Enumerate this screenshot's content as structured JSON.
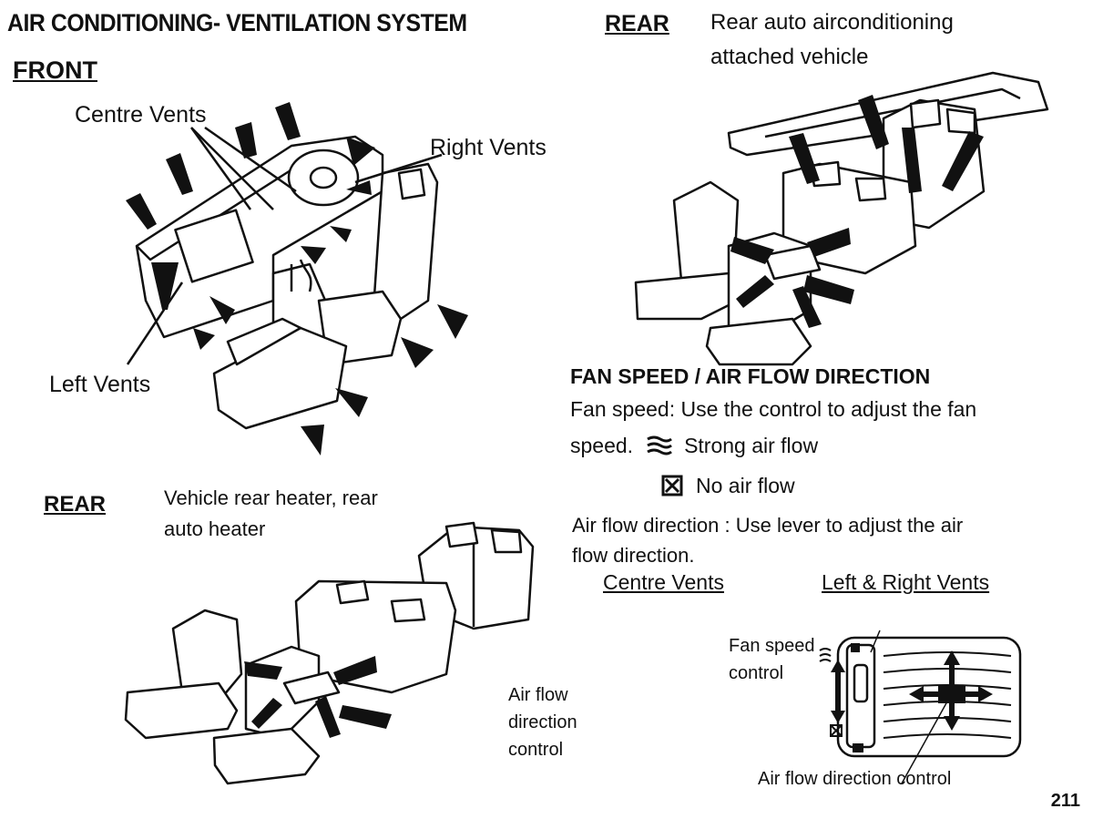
{
  "title": "AIR CONDITIONING- VENTILATION SYSTEM",
  "front": {
    "label": "FRONT",
    "centre_vents": "Centre Vents",
    "right_vents": "Right Vents",
    "left_vents": "Left Vents"
  },
  "rear_bottom": {
    "label": "REAR",
    "description_line1": "Vehicle rear heater, rear",
    "description_line2": "auto heater",
    "airflow_control_line1": "Air flow",
    "airflow_control_line2": "direction",
    "airflow_control_line3": "control"
  },
  "rear_top": {
    "label": "REAR",
    "description_line1": "Rear auto airconditioning",
    "description_line2": "attached vehicle"
  },
  "fan_section": {
    "heading": "FAN SPEED / AIR FLOW DIRECTION",
    "fan_text_line1": "Fan speed: Use the control to adjust the fan",
    "fan_text_line2": "speed.",
    "strong_airflow": "Strong air flow",
    "no_airflow": "No air flow",
    "airflow_text_line1": "Air flow direction : Use lever to adjust the air",
    "airflow_text_line2": "flow direction.",
    "centre_vents": "Centre Vents",
    "left_right_vents": "Left & Right Vents",
    "fan_speed_control_line1": "Fan speed",
    "fan_speed_control_line2": "control",
    "airflow_direction_control": "Air flow direction control"
  },
  "page_number": "211",
  "icons": {
    "strong_airflow": "wavy-lines-icon",
    "no_airflow": "boxed-x-icon"
  }
}
